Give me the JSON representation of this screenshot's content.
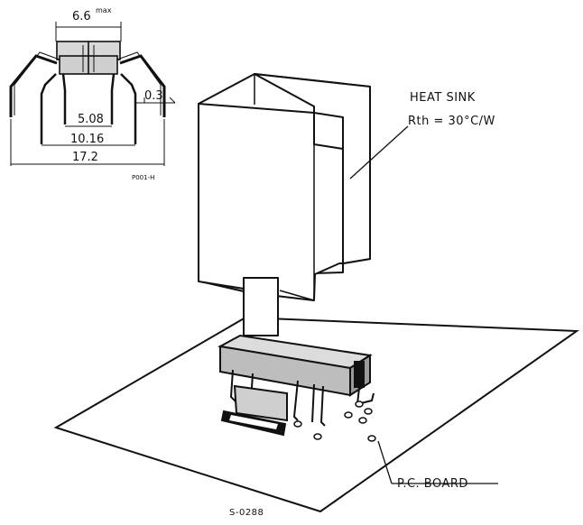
{
  "inset_dimensions": {
    "top_width": "6.6",
    "top_width_sup": "max",
    "thickness": "0.3",
    "pitch_inner": "5.08",
    "pitch_outer": "10.16",
    "overall_width": "17.2",
    "inset_code": "P001-H"
  },
  "annotations": {
    "heat_sink_title": "HEAT SINK",
    "heat_sink_rth": "Rth = 30°C/W",
    "pc_board": "P.C. BOARD"
  },
  "figure_code": "S-0288",
  "colors": {
    "ink": "#111111",
    "paper": "#ffffff"
  }
}
